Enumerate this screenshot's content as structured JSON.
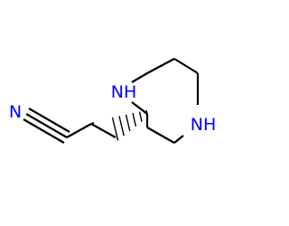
{
  "molecule": {
    "atoms": {
      "nitrile_n": "N",
      "ring_n_upper": "NH",
      "ring_n_lower": "NH"
    },
    "colors": {
      "bond": "#000000",
      "nitrogen": "#0000ff"
    }
  }
}
